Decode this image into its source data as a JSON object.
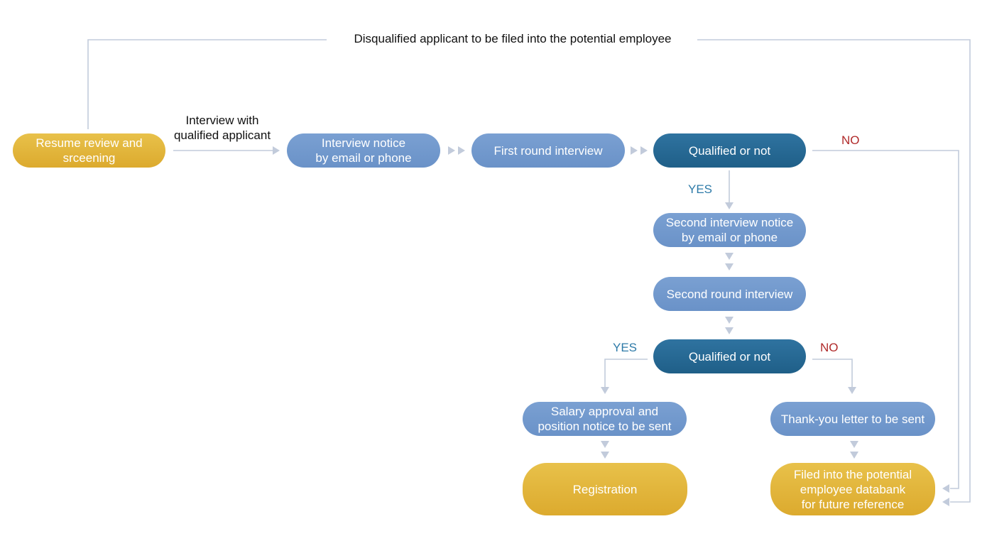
{
  "diagram": {
    "nodes": {
      "resume": "Resume review and\nsrceening",
      "interview_notice": "Interview notice\nby email or phone",
      "first_round": "First round interview",
      "qualified_1": "Qualified or not",
      "second_notice": "Second interview notice\nby email or phone",
      "second_round": "Second round interview",
      "qualified_2": "Qualified or not",
      "salary": "Salary approval and\nposition notice to be sent",
      "thankyou": "Thank-you letter to be sent",
      "registration": "Registration",
      "filed": "Filed into the potential\nemployee databank\nfor future reference"
    },
    "labels": {
      "top_loop": "Disqualified applicant to be filed into the potential employee",
      "interview_with": "Interview with\nqualified applicant",
      "yes": "YES",
      "no": "NO"
    },
    "colors": {
      "gold": "#e2b53a",
      "blue": "#7099cd",
      "navy": "#25658f",
      "connector": "#c2cbdb",
      "yes": "#2d7aa8",
      "no": "#b02a2a"
    }
  }
}
